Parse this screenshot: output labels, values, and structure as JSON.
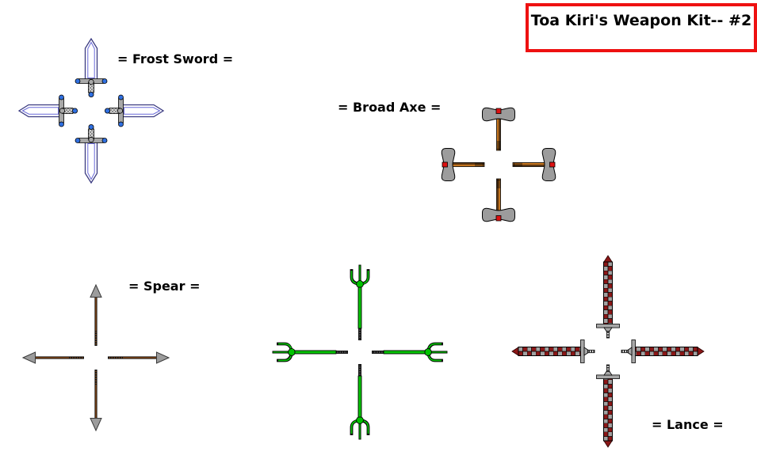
{
  "title": "Toa Kiri's Weapon Kit-- #2",
  "weapons": {
    "frost_sword": {
      "label": "= Frost Sword ="
    },
    "broad_axe": {
      "label": "= Broad Axe ="
    },
    "spear": {
      "label": "= Spear ="
    },
    "lance": {
      "label": "= Lance ="
    }
  },
  "figures": [
    "frost-sword-icon",
    "broad-axe-icon",
    "spear-icon",
    "trident-icon",
    "lance-icon"
  ],
  "colors": {
    "background": "#ffffff",
    "label_text": "#000000",
    "title_border": "#ee1111",
    "accent_blue": "#2f6fe0",
    "blade_outline": "#3a3a80",
    "blade_inner": "#6a6ad8",
    "metal_gray": "#a8a8a8",
    "axe_gray": "#9c9c9c",
    "axe_red": "#dd1111",
    "axe_handle_light": "#c4751f",
    "axe_handle_dark": "#5e3711",
    "spear_gray": "#9c9c9c",
    "spear_orange": "#b35c15",
    "trident_green": "#00c400",
    "lance_red": "#8b1717",
    "lance_gray": "#a2a2a2"
  }
}
